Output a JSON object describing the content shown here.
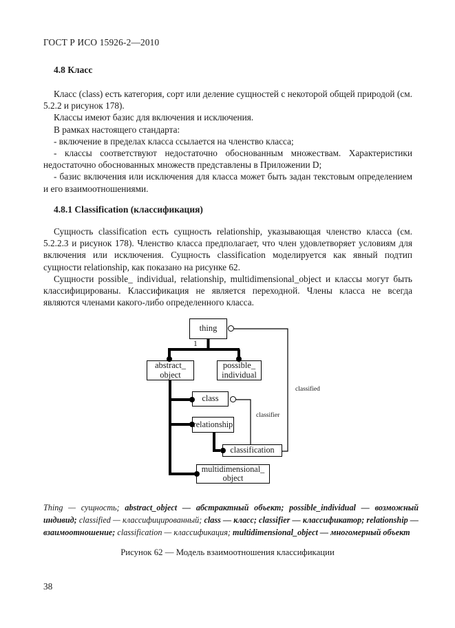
{
  "page": {
    "header": "ГОСТ Р ИСО 15926-2—2010",
    "page_number": "38"
  },
  "section_48": {
    "heading": "4.8 Класс",
    "paragraphs": [
      "Класс (class) есть категория, сорт или деление сущностей с некоторой общей природой (см. 5.2.2 и рисунок 178).",
      "Классы имеют базис для включения и исключения.",
      "В рамках настоящего стандарта:",
      "- включение в пределах класса ссылается на членство класса;",
      "- классы соответствуют недостаточно обоснованным множествам. Характеристики недостаточно обоснованных множеств представлены в Приложении D;",
      "- базис включения или исключения для класса может быть задан текстовым определением и его взаимоотношениями."
    ]
  },
  "section_481": {
    "heading": "4.8.1 Classification (классификация)",
    "paragraphs": [
      "Сущность classification есть сущность relationship, указывающая членство класса (см. 5.2.2.3 и рисунок 178). Членство класса предполагает, что член удовлетворяет условиям для включения или исключения. Сущность classification моделируется как явный подтип сущности relationship, как показано на рисунке 62.",
      "Сущности possible_ individual, relationship, multidimensional_object и классы могут быть классифицированы. Классификация не является переходной. Члены класса не всегда являются членами какого-либо определенного класса."
    ]
  },
  "figure": {
    "boxes": {
      "thing": "thing",
      "abstract_object": "abstract_\nobject",
      "possible_individual": "possible_\nindividual",
      "class": "class",
      "relationship": "relationship",
      "classification": "classification",
      "multidimensional_object": "multidimensional_\nobject"
    },
    "labels": {
      "cardinality": "1",
      "classified": "classified",
      "classifier": "classifier"
    },
    "legend_segments": [
      {
        "text": "Thing — сущность; ",
        "bold": false
      },
      {
        "text": "abstract_object — абстрактный объект; possible_individual — возможный индивид; ",
        "bold": true
      },
      {
        "text": "classified — классифицированный; ",
        "bold": false
      },
      {
        "text": "class — класс; classifier — классификатор; relationship — взаимоотношение; ",
        "bold": true
      },
      {
        "text": "classification — классификация; ",
        "bold": false
      },
      {
        "text": "multidimensional_object — многомерный объект",
        "bold": true
      }
    ],
    "caption": "Рисунок 62 — Модель взаимоотношения классификации"
  }
}
